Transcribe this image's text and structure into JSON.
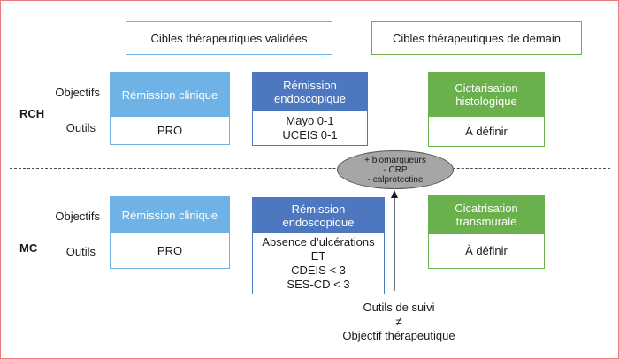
{
  "headers": {
    "validated": "Cibles thérapeutiques validées",
    "future": "Cibles thérapeutiques de demain"
  },
  "row_labels": {
    "objectifs": "Objectifs",
    "outils": "Outils"
  },
  "groups": {
    "rch": "RCH",
    "mc": "MC"
  },
  "rch": {
    "clinical": {
      "title": "Rémission clinique",
      "tool": "PRO"
    },
    "endoscopic": {
      "title_lines": [
        "Rémission",
        "endoscopique"
      ],
      "tool_lines": [
        "Mayo 0-1",
        "UCEIS 0-1"
      ]
    },
    "future": {
      "title_lines": [
        "Cictarisation",
        "histologique"
      ],
      "tool": "À définir"
    }
  },
  "mc": {
    "clinical": {
      "title": "Rémission clinique",
      "tool": "PRO"
    },
    "endoscopic": {
      "title": "Rémission endoscopique",
      "tool_lines": [
        "Absence d’ulcérations",
        "ET",
        "CDEIS < 3",
        "SES-CD < 3"
      ]
    },
    "future": {
      "title_lines": [
        "Cicatrisation",
        "transmurale"
      ],
      "tool": "À définir"
    }
  },
  "biomarkers": {
    "lines": [
      "+ biomarqueurs",
      "- CRP",
      "- calprotectine"
    ]
  },
  "follow_up": {
    "line1": "Outils de suivi",
    "neq": "≠",
    "line2": "Objectif thérapeutique"
  },
  "colors": {
    "light_blue": "#6fb3e6",
    "dark_blue": "#4d78c0",
    "green": "#6ab04c",
    "ellipse": "#a6a6a6",
    "frame": "#e87a7a"
  }
}
